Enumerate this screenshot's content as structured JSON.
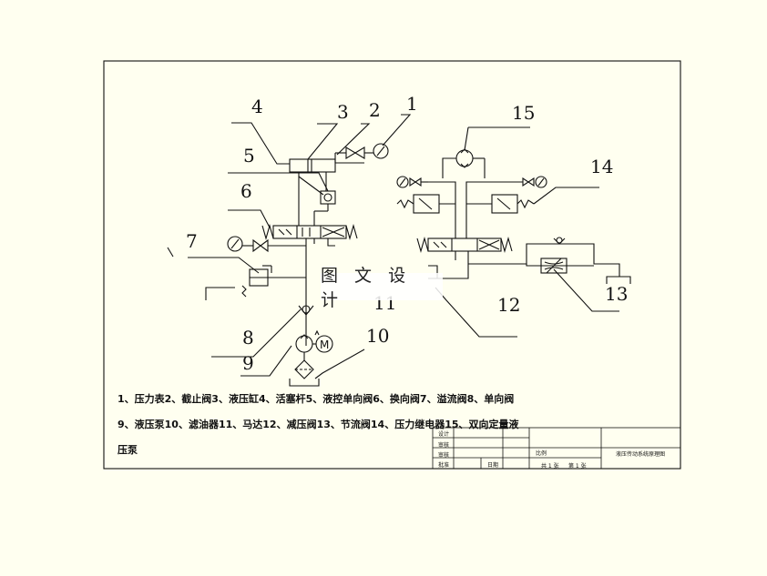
{
  "labels": {
    "n1": "1",
    "n2": "2",
    "n3": "3",
    "n4": "4",
    "n5": "5",
    "n6": "6",
    "n7": "7",
    "n8": "8",
    "n9": "9",
    "n10": "10",
    "n11": "11",
    "n12": "12",
    "n13": "13",
    "n14": "14",
    "n15": "15"
  },
  "motor_symbol": "M",
  "watermark": "图 文 设 计",
  "legend": {
    "line1": "1、压力表2、截止阀3、液压缸4、活塞杆5、液控单向阀6、换向阀7、溢流阀8、单向阀",
    "line2": "9、液压泵10、滤油器11、马达12、减压阀13、节流阀14、压力继电器15、双向定量液",
    "line3": "压泵"
  },
  "title_block": {
    "design": "设计",
    "check": "审核",
    "process": "审核",
    "approve": "批准",
    "date": "日期",
    "scale": "比例",
    "sheets": "共 1 张",
    "sheet_no": "第 1 张",
    "drawing_title": "液压传动系统原理图"
  }
}
